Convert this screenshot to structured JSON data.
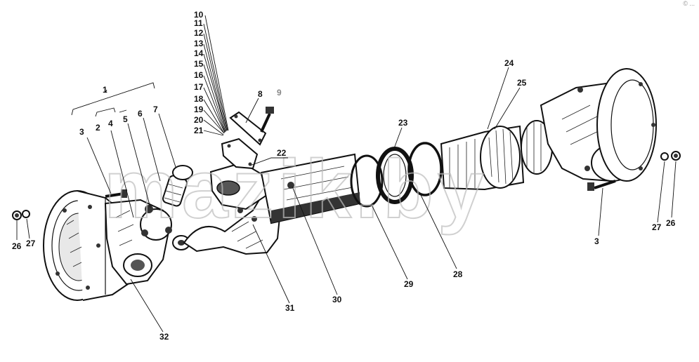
{
  "watermark": "mazik.by",
  "corner_mark": "© ...",
  "callouts": [
    {
      "id": "1",
      "text": "1"
    },
    {
      "id": "2",
      "text": "2"
    },
    {
      "id": "3a",
      "text": "3"
    },
    {
      "id": "3b",
      "text": "3"
    },
    {
      "id": "4",
      "text": "4"
    },
    {
      "id": "5",
      "text": "5"
    },
    {
      "id": "6",
      "text": "6"
    },
    {
      "id": "7",
      "text": "7"
    },
    {
      "id": "8",
      "text": "8"
    },
    {
      "id": "9",
      "text": "9"
    },
    {
      "id": "10",
      "text": "10"
    },
    {
      "id": "11",
      "text": "11"
    },
    {
      "id": "12",
      "text": "12"
    },
    {
      "id": "13",
      "text": "13"
    },
    {
      "id": "14",
      "text": "14"
    },
    {
      "id": "15",
      "text": "15"
    },
    {
      "id": "16",
      "text": "16"
    },
    {
      "id": "17",
      "text": "17"
    },
    {
      "id": "18",
      "text": "18"
    },
    {
      "id": "19",
      "text": "19"
    },
    {
      "id": "20",
      "text": "20"
    },
    {
      "id": "21",
      "text": "21"
    },
    {
      "id": "22",
      "text": "22"
    },
    {
      "id": "23",
      "text": "23"
    },
    {
      "id": "24",
      "text": "24"
    },
    {
      "id": "25",
      "text": "25"
    },
    {
      "id": "26a",
      "text": "26"
    },
    {
      "id": "26b",
      "text": "26"
    },
    {
      "id": "27a",
      "text": "27"
    },
    {
      "id": "27b",
      "text": "27"
    },
    {
      "id": "28",
      "text": "28"
    },
    {
      "id": "29",
      "text": "29"
    },
    {
      "id": "30",
      "text": "30"
    },
    {
      "id": "31",
      "text": "31"
    },
    {
      "id": "32",
      "text": "32"
    }
  ]
}
